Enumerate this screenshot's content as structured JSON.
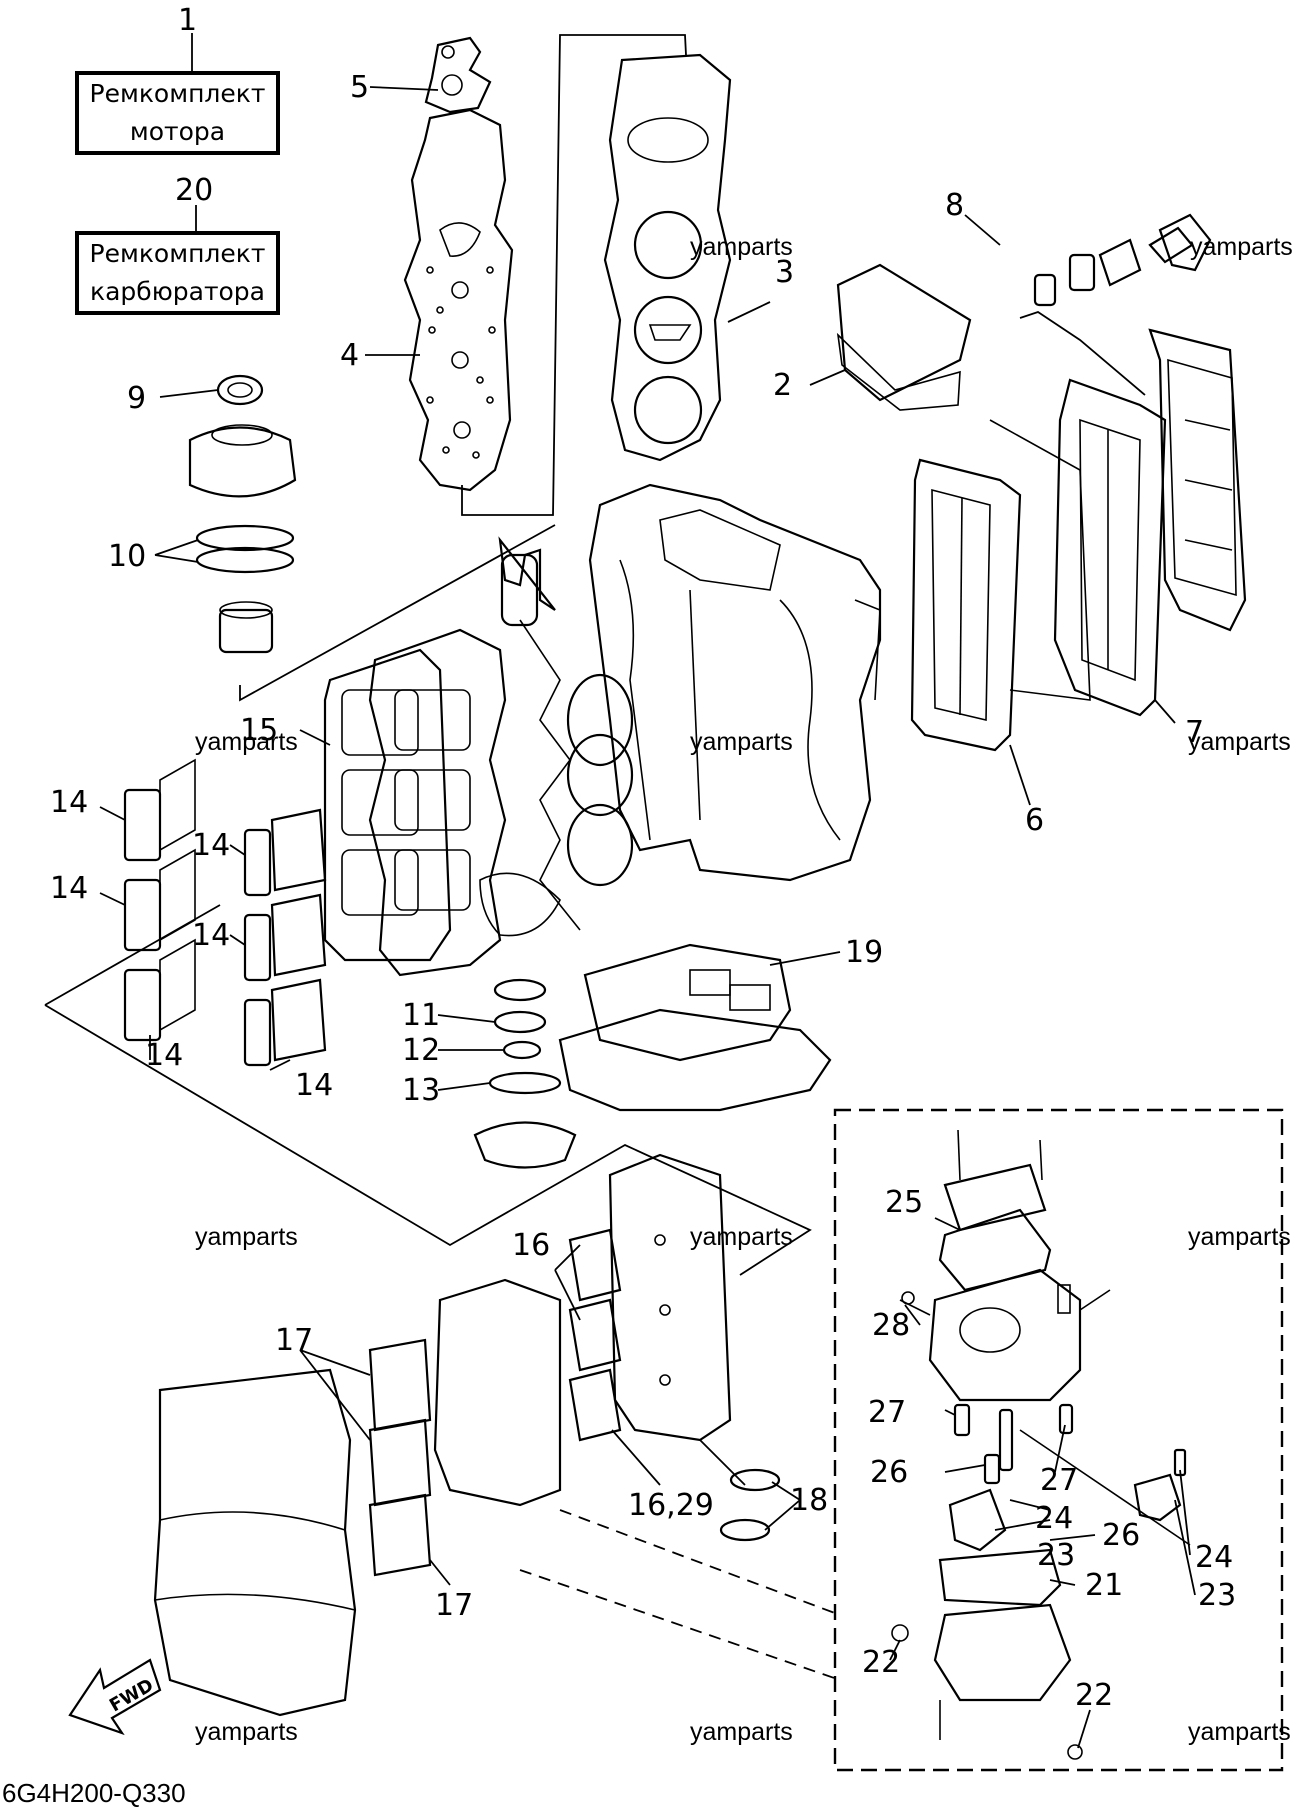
{
  "kits": [
    {
      "number": "1",
      "line1": "Ремкомплект",
      "line2": "мотора"
    },
    {
      "number": "20",
      "line1": "Ремкомплект",
      "line2": "карбюратора"
    }
  ],
  "callouts": {
    "c2": "2",
    "c3": "3",
    "c4": "4",
    "c5": "5",
    "c6": "6",
    "c7": "7",
    "c8": "8",
    "c9": "9",
    "c10": "10",
    "c11": "11",
    "c12": "12",
    "c13": "13",
    "c14a": "14",
    "c14b": "14",
    "c14c": "14",
    "c14d": "14",
    "c14e": "14",
    "c14f": "14",
    "c15": "15",
    "c16": "16",
    "c16b": "16,29",
    "c17a": "17",
    "c17b": "17",
    "c18": "18",
    "c19": "19",
    "c21": "21",
    "c22a": "22",
    "c22b": "22",
    "c23a": "23",
    "c23b": "23",
    "c24a": "24",
    "c24b": "24",
    "c25": "25",
    "c26a": "26",
    "c26b": "26",
    "c27a": "27",
    "c27b": "27",
    "c28": "28"
  },
  "watermark": "yamparts",
  "fwd_label": "FWD",
  "diagram_code": "6G4H200-Q330"
}
